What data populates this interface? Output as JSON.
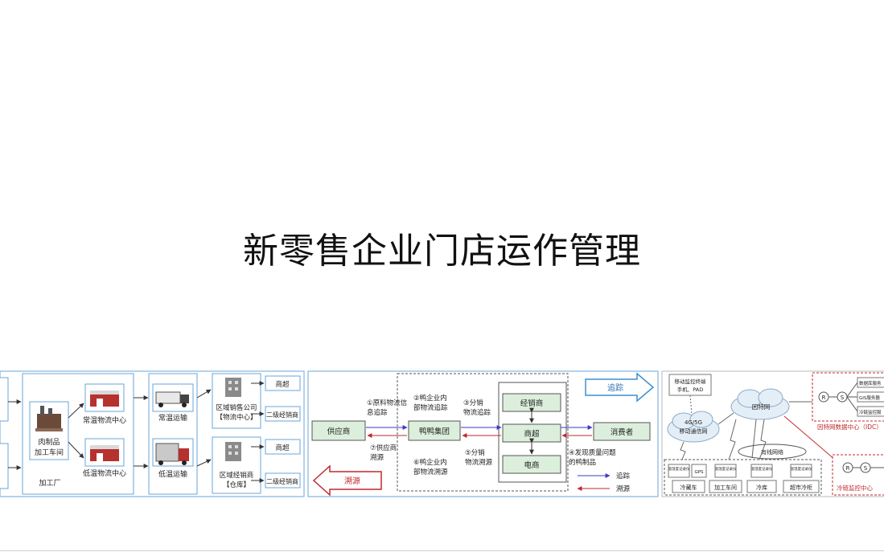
{
  "slide": {
    "title": "新零售企业门店运作管理"
  },
  "panel1": {
    "factory_item": "肉制品",
    "factory_item2": "加工车间",
    "factory_label": "加工厂",
    "center_normal": "常温物流中心",
    "center_cold": "低温物流中心",
    "transport_normal": "常温运输",
    "transport_cold": "低温运输",
    "regional_a1": "区域销售公司",
    "regional_a2": "【物流中心】",
    "regional_b1": "区域经销商",
    "regional_b2": "【仓库】",
    "retail_1": "商超",
    "retail_2": "二级经销商",
    "retail_3": "商超",
    "retail_4": "二级经销商"
  },
  "panel2": {
    "supplier": "供应商",
    "group": "鸭鸭集团",
    "dealer": "经销商",
    "supermarket": "商超",
    "ecommerce": "电商",
    "consumer": "消费者",
    "step1a": "①原料物流信",
    "step1b": "息追踪",
    "step2a": "②鸭企业内",
    "step2b": "部物流追踪",
    "step3a": "③分销",
    "step3b": "物流追踪",
    "step4a": "④发现质量问题",
    "step4b": "的鸭制品",
    "step5a": "⑤分销",
    "step5b": "物流溯源",
    "step6a": "⑥鸭企业内",
    "step6b": "部物流溯源",
    "step7a": "⑦供应商",
    "step7b": "溯源",
    "track_arrow": "追踪",
    "trace_arrow": "溯源",
    "legend_track": "追踪",
    "legend_trace": "溯源",
    "color_track": "#3a3ac8",
    "color_trace": "#c0282c"
  },
  "panel3": {
    "terminal1": "移动监控终端",
    "terminal2": "手机、PAD",
    "mobile_net1": "4G/5G",
    "mobile_net2": "移动通信网",
    "internet": "因特网",
    "wired": "有线网络",
    "db_server": "数据库服务",
    "gis_server": "GIS服务器",
    "cold_monitor": "冷链监控服",
    "idc": "因特网数据中心（IDC）",
    "monitor_center": "冷链监控中心",
    "recorder": "温湿度记录仪",
    "gps": "GPS",
    "truck": "冷藏车",
    "workshop": "加工车间",
    "storage": "冷库",
    "fridge": "超市冷柜",
    "router": "R",
    "switch": "S"
  }
}
